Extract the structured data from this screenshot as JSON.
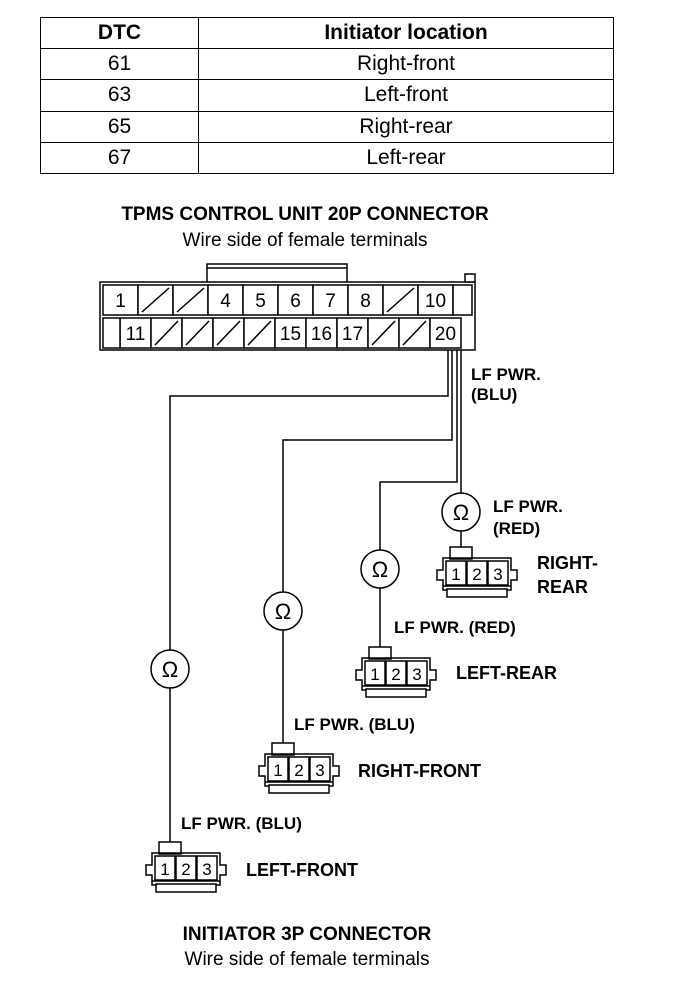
{
  "table": {
    "headers": [
      "DTC",
      "Initiator location"
    ],
    "rows": [
      [
        "61",
        "Right-front"
      ],
      [
        "63",
        "Left-front"
      ],
      [
        "65",
        "Right-rear"
      ],
      [
        "67",
        "Left-rear"
      ]
    ]
  },
  "control_unit": {
    "title": "TPMS CONTROL UNIT 20P CONNECTOR",
    "subtitle": "Wire side of female terminals",
    "top_row": [
      "1",
      "",
      "",
      "4",
      "5",
      "6",
      "7",
      "8",
      "",
      "10"
    ],
    "bottom_row": [
      "11",
      "",
      "",
      "",
      "",
      "15",
      "16",
      "17",
      "",
      "",
      "20"
    ],
    "wire_label_line1": "LF PWR.",
    "wire_label_line2": "(BLU)"
  },
  "initiators": {
    "right_rear": {
      "wire_line1": "LF PWR.",
      "wire_line2": "(RED)",
      "name_line1": "RIGHT-",
      "name_line2": "REAR"
    },
    "left_rear": {
      "wire": "LF PWR. (RED)",
      "name": "LEFT-REAR"
    },
    "right_front": {
      "wire": "LF PWR. (BLU)",
      "name": "RIGHT-FRONT"
    },
    "left_front": {
      "wire": "LF PWR. (BLU)",
      "name": "LEFT-FRONT"
    },
    "pins": [
      "1",
      "2",
      "3"
    ]
  },
  "ohm_symbol": "Ω",
  "footer": {
    "title": "INITIATOR 3P CONNECTOR",
    "subtitle": "Wire side of female terminals"
  }
}
